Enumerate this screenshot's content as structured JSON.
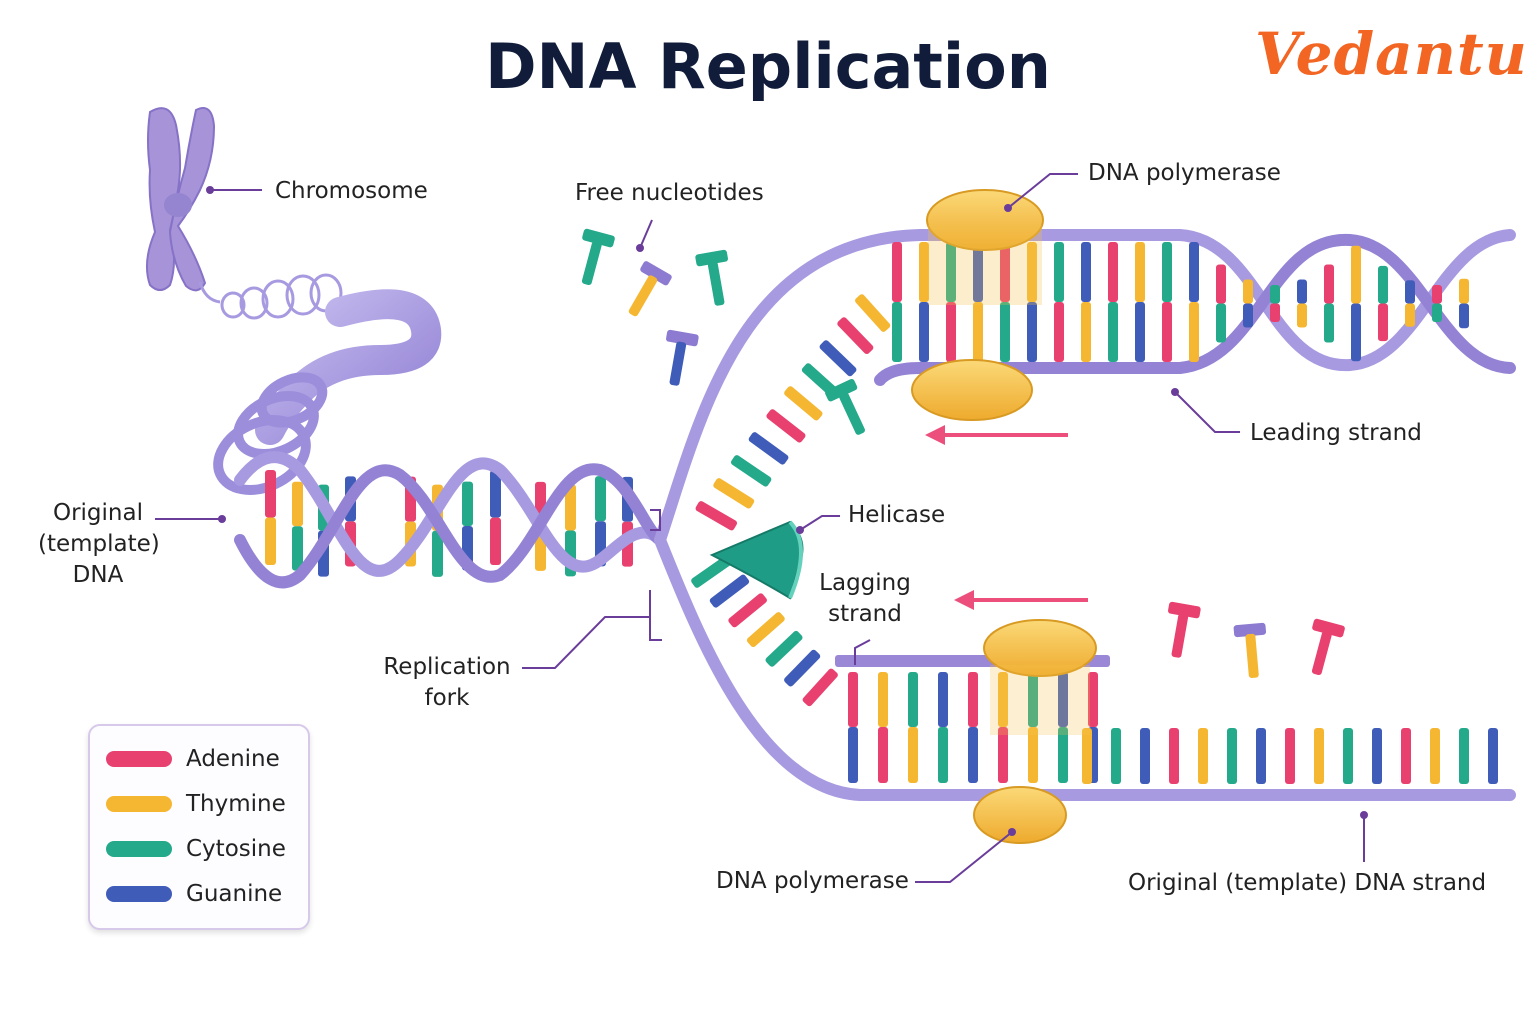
{
  "title": "DNA Replication",
  "logo": "Vedantu",
  "labels": {
    "chromosome": "Chromosome",
    "free_nucleotides": "Free nucleotides",
    "dna_polymerase_top": "DNA polymerase",
    "leading_strand": "Leading strand",
    "original_dna_line1": "Original",
    "original_dna_line2": "(template)",
    "original_dna_line3": "DNA",
    "helicase": "Helicase",
    "lagging_line1": "Lagging",
    "lagging_line2": "strand",
    "replication_fork_line1": "Replication",
    "replication_fork_line2": "fork",
    "dna_polymerase_bottom": "DNA polymerase",
    "original_template_strand": "Original (template) DNA strand"
  },
  "legend": [
    {
      "name": "Adenine",
      "color": "#e8416f"
    },
    {
      "name": "Thymine",
      "color": "#f5b731"
    },
    {
      "name": "Cytosine",
      "color": "#25a98b"
    },
    {
      "name": "Guanine",
      "color": "#3f5cb8"
    }
  ],
  "colors": {
    "backbone": "#a99bdd",
    "backbone_dark": "#7d6cc0",
    "enzyme": "#f6c34c",
    "helicase": "#1f9c86",
    "arrow": "#ec4f7c",
    "leader": "#6a3d9a"
  }
}
